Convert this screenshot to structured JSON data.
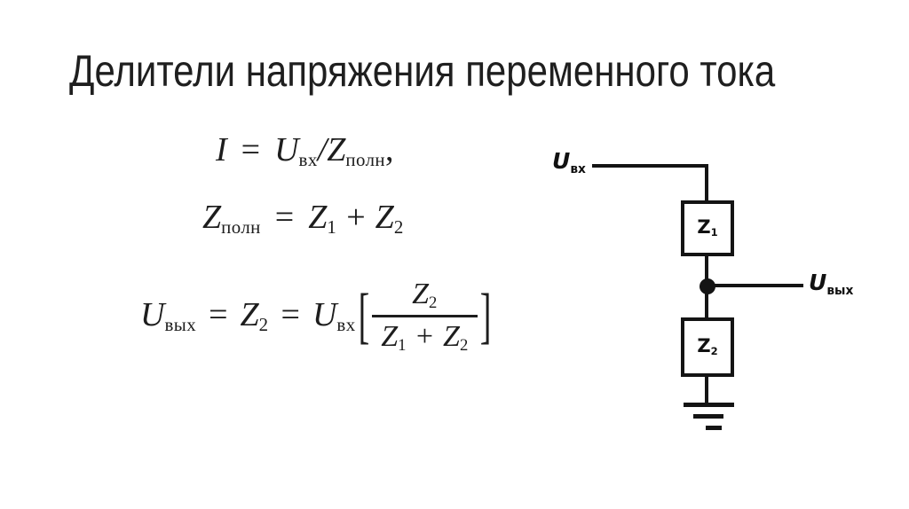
{
  "title": "Делители напряжения переменного тока",
  "formulas": {
    "current": {
      "lhs": "I",
      "eq": "=",
      "u": "U",
      "u_sub": "вх",
      "slash": "/",
      "z": "Z",
      "z_sub": "полн",
      "comma": ","
    },
    "impedance_sum": {
      "z": "Z",
      "z_sub": "полн",
      "eq": "=",
      "z1": "Z",
      "z1_sub": "1",
      "plus": "+",
      "z2": "Z",
      "z2_sub": "2"
    },
    "output_voltage": {
      "u_out": "U",
      "u_out_sub": "вых",
      "eq1": "=",
      "z2": "Z",
      "z2_sub": "2",
      "eq2": "=",
      "u_in": "U",
      "u_in_sub": "вх",
      "lbracket": "[",
      "rbracket": "]",
      "frac": {
        "num_z": "Z",
        "num_sub": "2",
        "den_z1": "Z",
        "den_z1_sub": "1",
        "den_plus": "+",
        "den_z2": "Z",
        "den_z2_sub": "2"
      }
    }
  },
  "circuit": {
    "input_label": {
      "sym": "U",
      "sub": "вх"
    },
    "output_label": {
      "sym": "U",
      "sub": "вых"
    },
    "z1_label": {
      "sym": "Z",
      "sub": "1"
    },
    "z2_label": {
      "sym": "Z",
      "sub": "2"
    }
  },
  "colors": {
    "background": "#ffffff",
    "ink": "#1d1d1d",
    "diagram": "#141414"
  }
}
